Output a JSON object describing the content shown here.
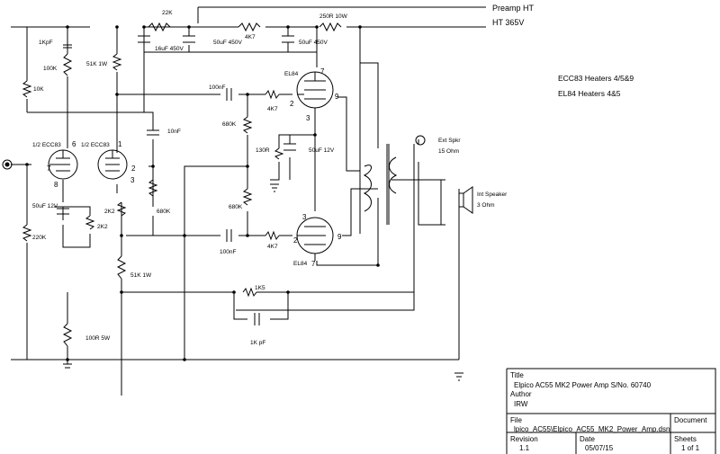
{
  "labels": {
    "preamp_ht": "Preamp HT",
    "ht": "HT 365V",
    "r22k": "22K",
    "r250": "250R 10W",
    "r4k7_top": "4K7",
    "c16": "16uF 450V",
    "c50_a": "50uF 450V",
    "c50_b": "50uF 450V",
    "c1kpf": "1KpF",
    "r100k": "100K",
    "r10k": "10K",
    "r51k_top": "51K 1W",
    "c100n_top": "100nF",
    "c100n_bot": "100nF",
    "r680k_a": "680K",
    "r680k_b": "680K",
    "r680k_c": "680K",
    "r4k7_a": "4K7",
    "r4k7_b": "4K7",
    "c10n": "10nF",
    "r130": "130R",
    "c50_12_a": "50uF 12V",
    "c50_12_b": "50uF 12V",
    "el84_top": "EL84",
    "el84_bot": "EL84",
    "ecc83_a": "1/2 ECC83",
    "ecc83_b": "1/2 ECC83",
    "r2k2_a": "2K2",
    "r2k2_b": "2K2",
    "r220k": "220K",
    "r51k_bot": "51K 1W",
    "r1k5": "1K5",
    "c1kpf_b": "1K pF",
    "r100r": "100R 5W",
    "ext_spkr": "Ext Spkr",
    "ext_ohm": "15 Ohm",
    "int_spkr": "Int Speaker",
    "int_ohm": "3 Ohm",
    "heaters_ecc83": "ECC83 Heaters 4/5&9",
    "heaters_el84": "EL84 Heaters 4&5",
    "pins": {
      "v1_6": "6",
      "v1_7": "7",
      "v1_8": "8",
      "v2_1": "1",
      "v2_2": "2",
      "v2_3": "3",
      "t1_7": "7",
      "t1_9": "9",
      "t1_2": "2",
      "t1_3": "3",
      "t2_3": "3",
      "t2_9": "9",
      "t2_2": "2",
      "t2_7": "7"
    }
  },
  "title_block": {
    "title_label": "Title",
    "title": "Elpico AC55 MK2 Power Amp S/No. 60740",
    "author_label": "Author",
    "author": "IRW",
    "file_label": "File",
    "file": "lpico_AC55\\Elpico_AC55_MK2_Power_Amp.dsn",
    "document_label": "Document",
    "revision_label": "Revision",
    "revision": "1.1",
    "date_label": "Date",
    "date": "05/07/15",
    "sheets_label": "Sheets",
    "sheets": "1 of 1"
  }
}
